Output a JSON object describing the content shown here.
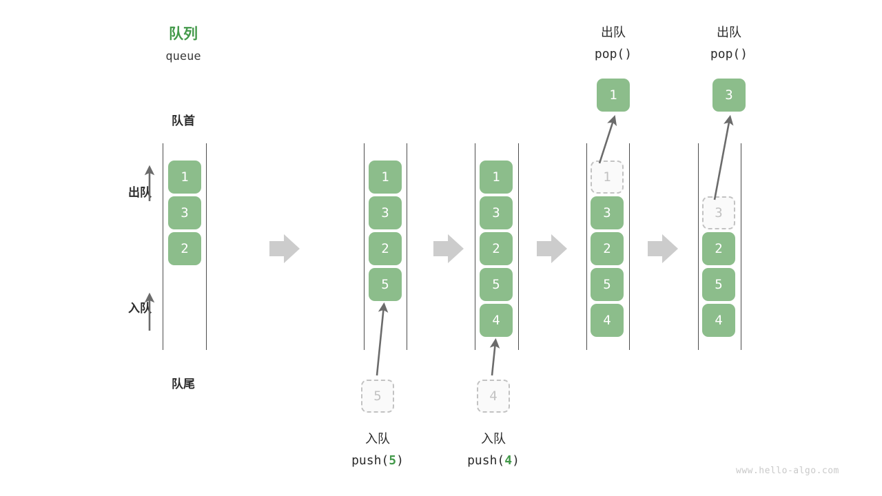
{
  "diagram": {
    "title_cn": "队列",
    "title_en": "queue",
    "front_label": "队首",
    "rear_label": "队尾",
    "dequeue_arrow_label": "出队",
    "enqueue_arrow_label": "入队",
    "accent_green": "#43994a",
    "box_green": "#8cbd8b",
    "ghost_gray": "#c2c2c2",
    "arrow_gray": "#c9c9c9",
    "watermark": "www.hello-algo.com"
  },
  "steps": [
    {
      "id": "initial",
      "boxes": [
        "1",
        "3",
        "2"
      ],
      "ghost_index": -1
    },
    {
      "id": "after-push-5",
      "boxes": [
        "1",
        "3",
        "2",
        "5"
      ],
      "ghost_index": -1,
      "incoming": {
        "value": "5",
        "op_cn": "入队",
        "op_code_prefix": "push(",
        "op_code_value": "5",
        "op_code_suffix": ")"
      }
    },
    {
      "id": "after-push-4",
      "boxes": [
        "1",
        "3",
        "2",
        "5",
        "4"
      ],
      "ghost_index": -1,
      "incoming": {
        "value": "4",
        "op_cn": "入队",
        "op_code_prefix": "push(",
        "op_code_value": "4",
        "op_code_suffix": ")"
      }
    },
    {
      "id": "after-pop-1",
      "boxes": [
        "1",
        "3",
        "2",
        "5",
        "4"
      ],
      "ghost_index": 0,
      "outgoing": {
        "value": "1",
        "op_cn": "出队",
        "op_code": "pop()"
      }
    },
    {
      "id": "after-pop-3",
      "boxes": [
        "",
        "3",
        "2",
        "5",
        "4"
      ],
      "ghost_index": 1,
      "outgoing": {
        "value": "3",
        "op_cn": "出队",
        "op_code": "pop()"
      }
    }
  ],
  "separators": [
    "arrow-right-icon",
    "arrow-right-icon",
    "arrow-right-icon",
    "arrow-right-icon"
  ]
}
